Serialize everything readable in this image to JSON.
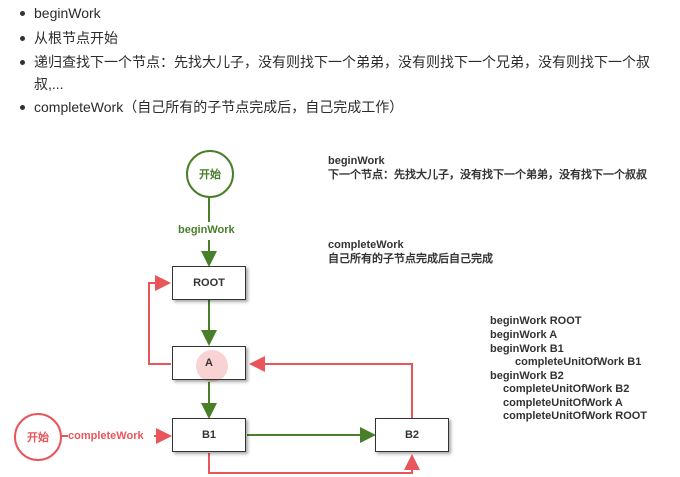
{
  "bullets": [
    "beginWork",
    "从根节点开始",
    "递归查找下一个节点：先找大儿子，没有则找下一个弟弟，没有则找下一个兄弟，没有则找下一个叔叔,...",
    "completeWork（自己所有的子节点完成后，自己完成工作）"
  ],
  "diagram": {
    "start_top": "开始",
    "start_left": "开始",
    "begin_label": "beginWork",
    "complete_label": "completeWork",
    "nodes": {
      "root": "ROOT",
      "a": "A",
      "b1": "B1",
      "b2": "B2"
    },
    "note1": {
      "title": "beginWork",
      "body": "下一个节点：先找大儿子，没有找下一个弟弟，没有找下一个叔叔"
    },
    "note2": {
      "title": "completeWork",
      "body": "自己所有的子节点完成后自己完成"
    },
    "sequence": [
      "beginWork ROOT",
      "beginWork A",
      "beginWork B1",
      "completeUnitOfWork B1",
      "beginWork B2",
      "completeUnitOfWork B2",
      "completeUnitOfWork A",
      "completeUnitOfWork ROOT"
    ],
    "colors": {
      "green": "#4a7f2a",
      "red": "#e8555a",
      "dark": "#333333"
    }
  }
}
